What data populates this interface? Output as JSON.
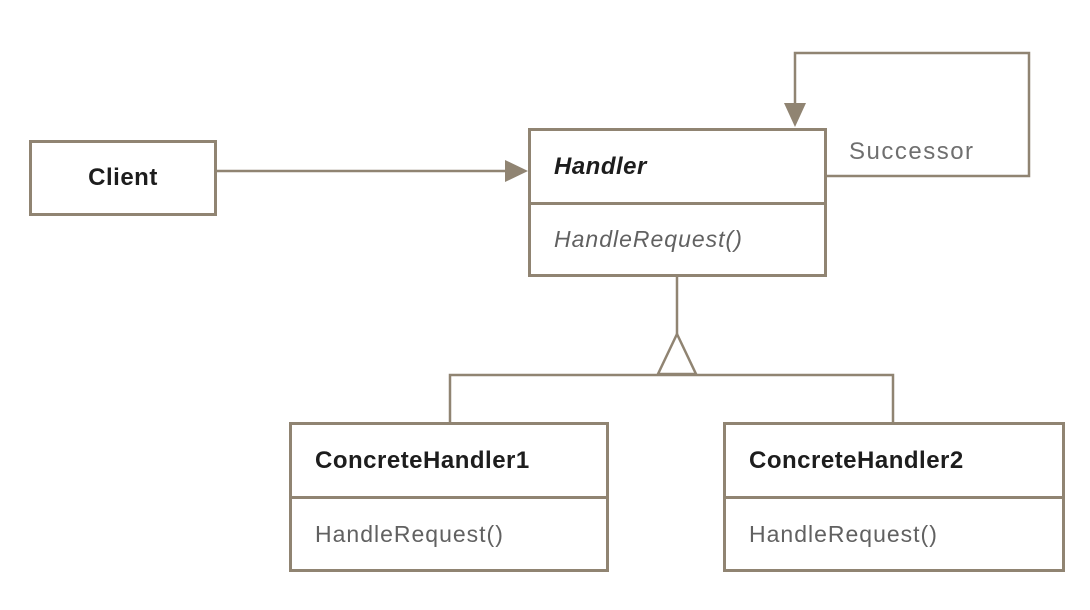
{
  "colors": {
    "line": "#908472",
    "class_name_text": "#1d1d1d",
    "member_text": "#616161",
    "edge_label_text": "#6f6f6f",
    "background": "#ffffff"
  },
  "classes": [
    {
      "name": "Client",
      "abstract": false,
      "methods": []
    },
    {
      "name": "Handler",
      "abstract": true,
      "methods": [
        "HandleRequest()"
      ]
    },
    {
      "name": "ConcreteHandler1",
      "abstract": false,
      "methods": [
        "HandleRequest()"
      ]
    },
    {
      "name": "ConcreteHandler2",
      "abstract": false,
      "methods": [
        "HandleRequest()"
      ]
    }
  ],
  "labels": {
    "successor": "Successor"
  },
  "relationships": [
    {
      "from": "Client",
      "to": "Handler",
      "type": "association"
    },
    {
      "from": "Handler",
      "to": "Handler",
      "type": "self-association",
      "label": "Successor"
    },
    {
      "from": "ConcreteHandler1",
      "to": "Handler",
      "type": "generalization"
    },
    {
      "from": "ConcreteHandler2",
      "to": "Handler",
      "type": "generalization"
    }
  ]
}
